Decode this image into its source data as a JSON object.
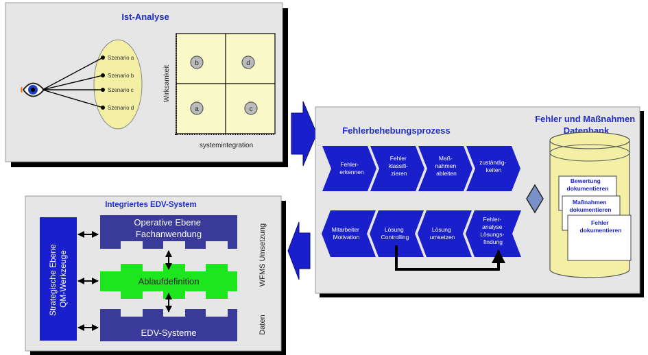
{
  "colors": {
    "title_blue": "#1e2dc8",
    "chevron_blue": "#1a1fcc",
    "dark_blue": "#3a3a9a",
    "panel_bg": "#e6e6e6",
    "yellow": "#fafac8",
    "yellow_oval": "#f3f0a6",
    "green": "#1ee61e",
    "shadow": "#000000"
  },
  "ist_analyse": {
    "title": "Ist-Analyse",
    "eye_icon": "eye-icon",
    "scenarios": [
      "Szenario a",
      "Szenario b",
      "Szenario c",
      "Szenario d"
    ],
    "y_axis_label": "Wirksamkeit",
    "x_axis_label": "systemintegration",
    "quadrants": [
      "b",
      "d",
      "a",
      "c"
    ]
  },
  "fehler_prozess": {
    "title": "Fehlerbehebungsprozess",
    "top_steps": [
      [
        "Fehler-",
        "erkennen"
      ],
      [
        "Fehler",
        "klassifi-",
        "zieren"
      ],
      [
        "Maß-",
        "nahmen",
        "ableiten"
      ],
      [
        "zuständig-",
        "keiten"
      ]
    ],
    "bottom_steps": [
      [
        "Mitarbeiter",
        "Motivation"
      ],
      [
        "Lösung",
        "Controlling"
      ],
      [
        "Lösung",
        "umsetzen"
      ],
      [
        "Fehler-",
        "analyse",
        "Lösungs-",
        "findung"
      ]
    ]
  },
  "datenbank": {
    "title_lines": [
      "Fehler und Maßnahmen",
      "Datenbank"
    ],
    "docs": [
      [
        "Bewertung",
        "dokumentieren"
      ],
      [
        "Maßnahmen",
        "dokumentieren"
      ],
      [
        "Fehler",
        "dokumentieren"
      ]
    ]
  },
  "edv_system": {
    "title": "Integriertes EDV-System",
    "strategic_lines": [
      "Strategische Ebene",
      "QM-Werkzeuge"
    ],
    "operative_lines": [
      "Operative Ebene",
      "Fachanwendung"
    ],
    "ablauf": "Ablaufdefinition",
    "edv_systeme": "EDV-Systeme",
    "side_labels": [
      "WFMS Umsetzung",
      "Daten"
    ]
  }
}
